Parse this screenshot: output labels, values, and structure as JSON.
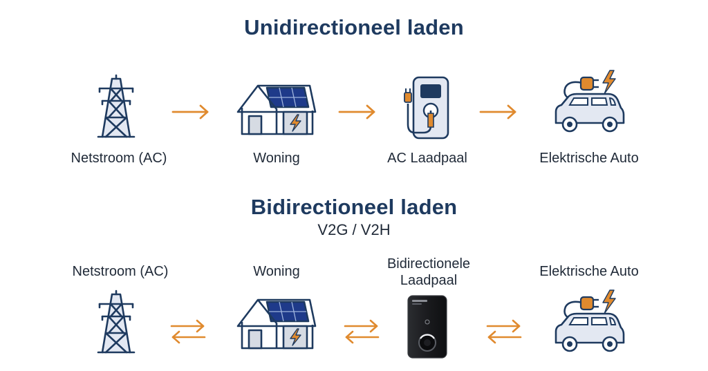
{
  "sections": {
    "uni": {
      "title": "Unidirectioneel laden",
      "labels": {
        "grid": "Netstroom (AC)",
        "home": "Woning",
        "charger": "AC Laadpaal",
        "car": "Elektrische Auto"
      }
    },
    "bi": {
      "title": "Bidirectioneel laden",
      "subtitle": "V2G / V2H",
      "labels": {
        "grid": "Netstroom (AC)",
        "home": "Woning",
        "charger_line1": "Bidirectionele",
        "charger_line2": "Laadpaal",
        "car": "Elektrische Auto"
      }
    }
  },
  "colors": {
    "navy": "#1e3a5f",
    "accent": "#e08a2e",
    "fill_light": "#e3e8f2",
    "panel": "#1e3a8a"
  },
  "icons": [
    "pylon-icon",
    "house-solar-icon",
    "ac-charger-icon",
    "electric-car-icon",
    "bidirectional-charger-icon"
  ]
}
